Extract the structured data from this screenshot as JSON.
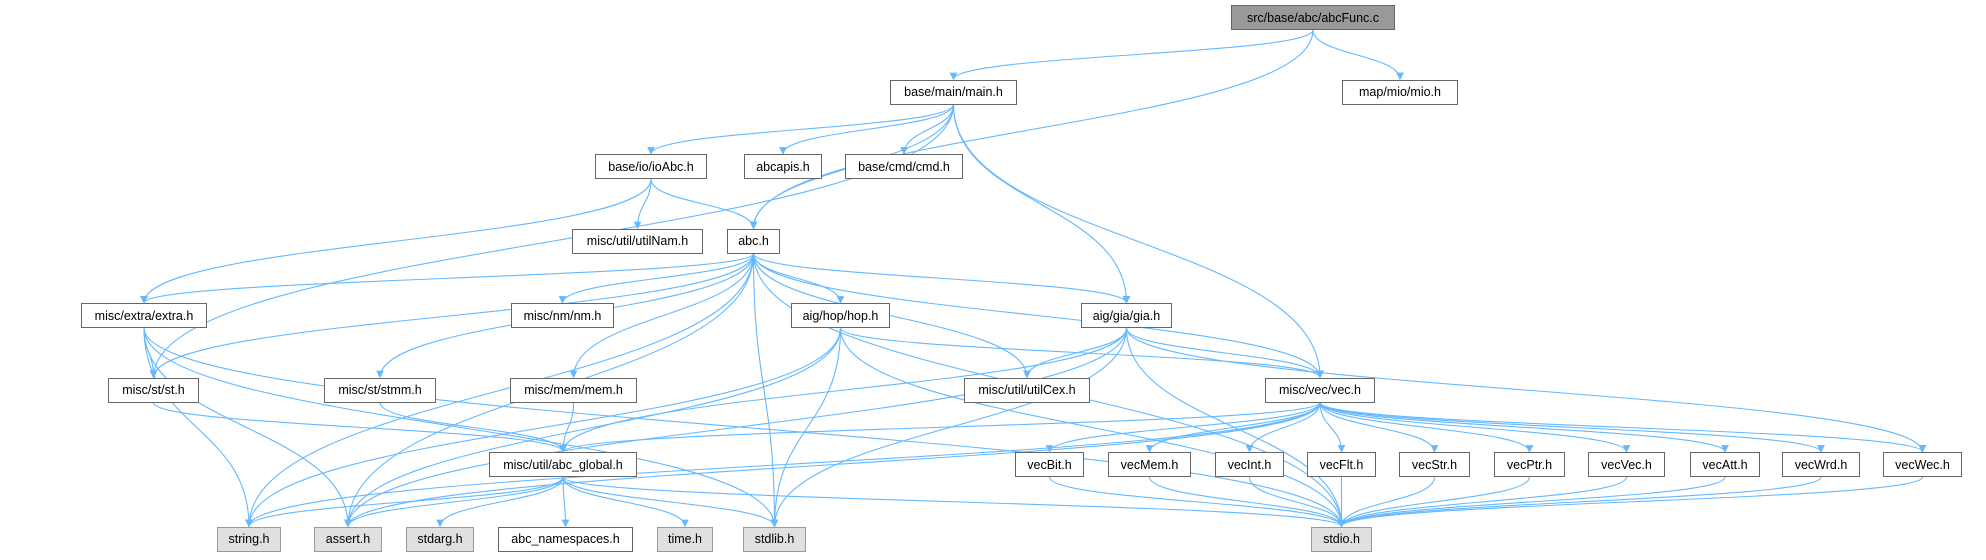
{
  "edge_color": "#63b8ff",
  "nodes": [
    {
      "id": "abcFunc",
      "label": "src/base/abc/abcFunc.c",
      "kind": "root"
    },
    {
      "id": "main",
      "label": "base/main/main.h",
      "kind": "normal"
    },
    {
      "id": "mio",
      "label": "map/mio/mio.h",
      "kind": "normal"
    },
    {
      "id": "ioAbc",
      "label": "base/io/ioAbc.h",
      "kind": "normal"
    },
    {
      "id": "abcapis",
      "label": "abcapis.h",
      "kind": "normal"
    },
    {
      "id": "cmd",
      "label": "base/cmd/cmd.h",
      "kind": "normal"
    },
    {
      "id": "utilNam",
      "label": "misc/util/utilNam.h",
      "kind": "normal"
    },
    {
      "id": "abc",
      "label": "abc.h",
      "kind": "normal"
    },
    {
      "id": "extra",
      "label": "misc/extra/extra.h",
      "kind": "normal"
    },
    {
      "id": "nm",
      "label": "misc/nm/nm.h",
      "kind": "normal"
    },
    {
      "id": "hop",
      "label": "aig/hop/hop.h",
      "kind": "normal"
    },
    {
      "id": "gia",
      "label": "aig/gia/gia.h",
      "kind": "normal"
    },
    {
      "id": "st",
      "label": "misc/st/st.h",
      "kind": "normal"
    },
    {
      "id": "stmm",
      "label": "misc/st/stmm.h",
      "kind": "normal"
    },
    {
      "id": "mem",
      "label": "misc/mem/mem.h",
      "kind": "normal"
    },
    {
      "id": "utilCex",
      "label": "misc/util/utilCex.h",
      "kind": "normal"
    },
    {
      "id": "vec",
      "label": "misc/vec/vec.h",
      "kind": "normal"
    },
    {
      "id": "abc_global",
      "label": "misc/util/abc_global.h",
      "kind": "normal"
    },
    {
      "id": "vecBit",
      "label": "vecBit.h",
      "kind": "normal"
    },
    {
      "id": "vecMem",
      "label": "vecMem.h",
      "kind": "normal"
    },
    {
      "id": "vecInt",
      "label": "vecInt.h",
      "kind": "normal"
    },
    {
      "id": "vecFlt",
      "label": "vecFlt.h",
      "kind": "normal"
    },
    {
      "id": "vecStr",
      "label": "vecStr.h",
      "kind": "normal"
    },
    {
      "id": "vecPtr",
      "label": "vecPtr.h",
      "kind": "normal"
    },
    {
      "id": "vecVec",
      "label": "vecVec.h",
      "kind": "normal"
    },
    {
      "id": "vecAtt",
      "label": "vecAtt.h",
      "kind": "normal"
    },
    {
      "id": "vecWrd",
      "label": "vecWrd.h",
      "kind": "normal"
    },
    {
      "id": "vecWec",
      "label": "vecWec.h",
      "kind": "normal"
    },
    {
      "id": "string",
      "label": "string.h",
      "kind": "system"
    },
    {
      "id": "assert",
      "label": "assert.h",
      "kind": "system"
    },
    {
      "id": "stdarg",
      "label": "stdarg.h",
      "kind": "system"
    },
    {
      "id": "abc_namespaces",
      "label": "abc_namespaces.h",
      "kind": "normal"
    },
    {
      "id": "time",
      "label": "time.h",
      "kind": "system"
    },
    {
      "id": "stdlib",
      "label": "stdlib.h",
      "kind": "system"
    },
    {
      "id": "stdio",
      "label": "stdio.h",
      "kind": "system"
    }
  ],
  "edges": [
    [
      "abcFunc",
      "main"
    ],
    [
      "abcFunc",
      "mio"
    ],
    [
      "abcFunc",
      "abc"
    ],
    [
      "main",
      "st"
    ],
    [
      "main",
      "ioAbc"
    ],
    [
      "main",
      "abcapis"
    ],
    [
      "main",
      "cmd"
    ],
    [
      "main",
      "abc"
    ],
    [
      "main",
      "gia"
    ],
    [
      "main",
      "vec"
    ],
    [
      "ioAbc",
      "extra"
    ],
    [
      "ioAbc",
      "utilNam"
    ],
    [
      "ioAbc",
      "abc"
    ],
    [
      "abc",
      "string"
    ],
    [
      "abc",
      "extra"
    ],
    [
      "abc",
      "st"
    ],
    [
      "abc",
      "assert"
    ],
    [
      "abc",
      "nm"
    ],
    [
      "abc",
      "stmm"
    ],
    [
      "abc",
      "mem"
    ],
    [
      "abc",
      "hop"
    ],
    [
      "abc",
      "stdlib"
    ],
    [
      "abc",
      "utilCex"
    ],
    [
      "abc",
      "gia"
    ],
    [
      "abc",
      "vec"
    ],
    [
      "abc",
      "stdio"
    ],
    [
      "extra",
      "st"
    ],
    [
      "extra",
      "string"
    ],
    [
      "extra",
      "assert"
    ],
    [
      "extra",
      "stdlib"
    ],
    [
      "extra",
      "stdio"
    ],
    [
      "st",
      "abc_global"
    ],
    [
      "stmm",
      "abc_global"
    ],
    [
      "mem",
      "abc_global"
    ],
    [
      "hop",
      "string"
    ],
    [
      "hop",
      "assert"
    ],
    [
      "hop",
      "vec"
    ],
    [
      "hop",
      "stdlib"
    ],
    [
      "hop",
      "stdio"
    ],
    [
      "gia",
      "utilCex"
    ],
    [
      "gia",
      "vec"
    ],
    [
      "gia",
      "abc_global"
    ],
    [
      "gia",
      "assert"
    ],
    [
      "gia",
      "stdlib"
    ],
    [
      "gia",
      "vecWec"
    ],
    [
      "gia",
      "stdio"
    ],
    [
      "vec",
      "abc_global"
    ],
    [
      "vec",
      "string"
    ],
    [
      "vec",
      "assert"
    ],
    [
      "vec",
      "vecBit"
    ],
    [
      "vec",
      "vecMem"
    ],
    [
      "vec",
      "vecInt"
    ],
    [
      "vec",
      "vecFlt"
    ],
    [
      "vec",
      "vecStr"
    ],
    [
      "vec",
      "vecPtr"
    ],
    [
      "vec",
      "vecVec"
    ],
    [
      "vec",
      "vecAtt"
    ],
    [
      "vec",
      "vecWrd"
    ],
    [
      "vec",
      "vecWec"
    ],
    [
      "abc_global",
      "string"
    ],
    [
      "abc_global",
      "assert"
    ],
    [
      "abc_global",
      "stdarg"
    ],
    [
      "abc_global",
      "abc_namespaces"
    ],
    [
      "abc_global",
      "time"
    ],
    [
      "abc_global",
      "stdlib"
    ],
    [
      "abc_global",
      "stdio"
    ],
    [
      "vecBit",
      "stdio"
    ],
    [
      "vecMem",
      "stdio"
    ],
    [
      "vecInt",
      "stdio"
    ],
    [
      "vecFlt",
      "stdio"
    ],
    [
      "vecStr",
      "stdio"
    ],
    [
      "vecPtr",
      "stdio"
    ],
    [
      "vecVec",
      "stdio"
    ],
    [
      "vecAtt",
      "stdio"
    ],
    [
      "vecWrd",
      "stdio"
    ],
    [
      "vecWec",
      "stdio"
    ]
  ]
}
